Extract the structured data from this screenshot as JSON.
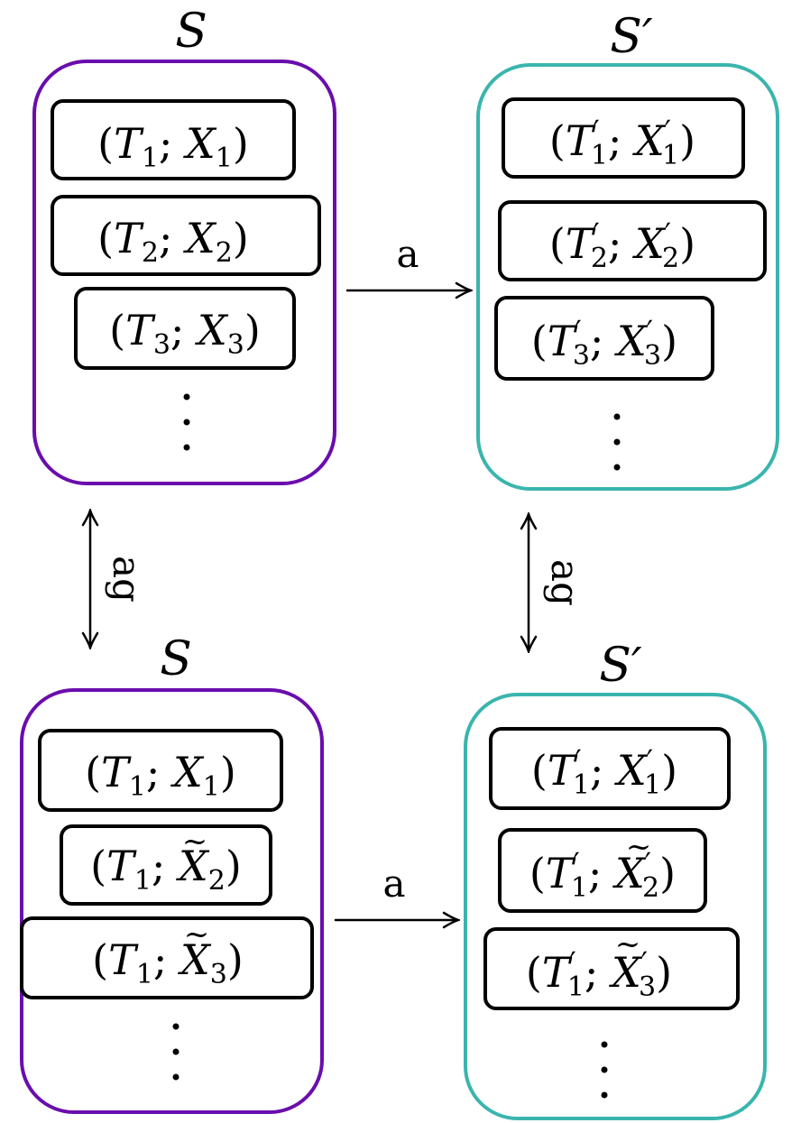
{
  "colors": {
    "set_s": "#6a0dad",
    "set_s_prime": "#3ab5ad",
    "ink": "#000000"
  },
  "sets": {
    "top_left": {
      "label": "S",
      "pairs": [
        {
          "t": "T",
          "t_sub": "1",
          "t_prime": "",
          "x": "X",
          "x_sub": "1",
          "x_prime": "",
          "x_tilde": ""
        },
        {
          "t": "T",
          "t_sub": "2",
          "t_prime": "",
          "x": "X",
          "x_sub": "2",
          "x_prime": "",
          "x_tilde": ""
        },
        {
          "t": "T",
          "t_sub": "3",
          "t_prime": "",
          "x": "X",
          "x_sub": "3",
          "x_prime": "",
          "x_tilde": ""
        }
      ]
    },
    "top_right": {
      "label": "S′",
      "pairs": [
        {
          "t": "T",
          "t_sub": "1",
          "t_prime": "′",
          "x": "X",
          "x_sub": "1",
          "x_prime": "′",
          "x_tilde": ""
        },
        {
          "t": "T",
          "t_sub": "2",
          "t_prime": "′",
          "x": "X",
          "x_sub": "2",
          "x_prime": "′",
          "x_tilde": ""
        },
        {
          "t": "T",
          "t_sub": "3",
          "t_prime": "′",
          "x": "X",
          "x_sub": "3",
          "x_prime": "′",
          "x_tilde": ""
        }
      ]
    },
    "bottom_left": {
      "label": "S",
      "pairs": [
        {
          "t": "T",
          "t_sub": "1",
          "t_prime": "",
          "x": "X",
          "x_sub": "1",
          "x_prime": "",
          "x_tilde": ""
        },
        {
          "t": "T",
          "t_sub": "1",
          "t_prime": "",
          "x": "X",
          "x_sub": "2",
          "x_prime": "",
          "x_tilde": "~"
        },
        {
          "t": "T",
          "t_sub": "1",
          "t_prime": "",
          "x": "X",
          "x_sub": "3",
          "x_prime": "",
          "x_tilde": "~"
        }
      ]
    },
    "bottom_right": {
      "label": "S′",
      "pairs": [
        {
          "t": "T",
          "t_sub": "1",
          "t_prime": "′",
          "x": "X",
          "x_sub": "1",
          "x_prime": "′",
          "x_tilde": ""
        },
        {
          "t": "T",
          "t_sub": "1",
          "t_prime": "′",
          "x": "X",
          "x_sub": "2",
          "x_prime": "′",
          "x_tilde": "~"
        },
        {
          "t": "T",
          "t_sub": "1",
          "t_prime": "′",
          "x": "X",
          "x_sub": "3",
          "x_prime": "′",
          "x_tilde": "~"
        }
      ]
    }
  },
  "arrows": {
    "horizontal_label": "a",
    "vertical_label": "ag"
  }
}
